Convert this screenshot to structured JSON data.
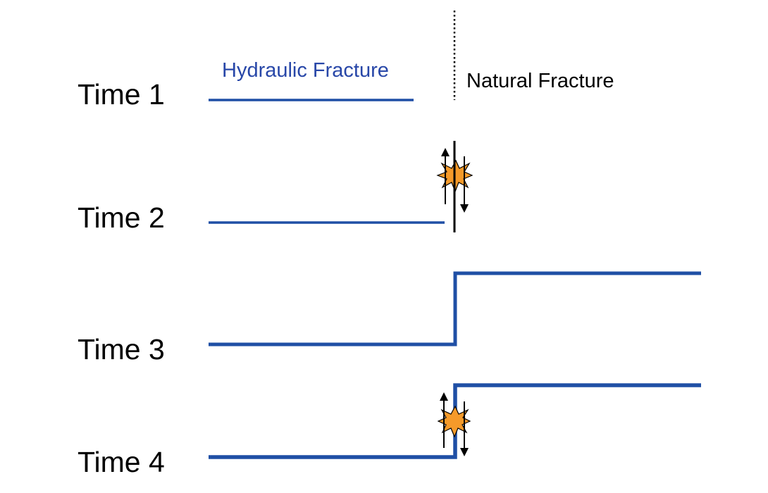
{
  "labels": {
    "hydraulic_fracture": "Hydraulic Fracture",
    "natural_fracture": "Natural Fracture"
  },
  "rows": [
    {
      "label": "Time 1"
    },
    {
      "label": "Time 2"
    },
    {
      "label": "Time 3"
    },
    {
      "label": "Time 4"
    }
  ],
  "colors": {
    "fracture_line": "#1f4fa5",
    "hydraulic_label": "#2847a8",
    "natural_fracture_line": "#000000",
    "slip_burst_fill": "#f59a2a",
    "slip_burst_outline": "#000000",
    "text": "#000000"
  }
}
